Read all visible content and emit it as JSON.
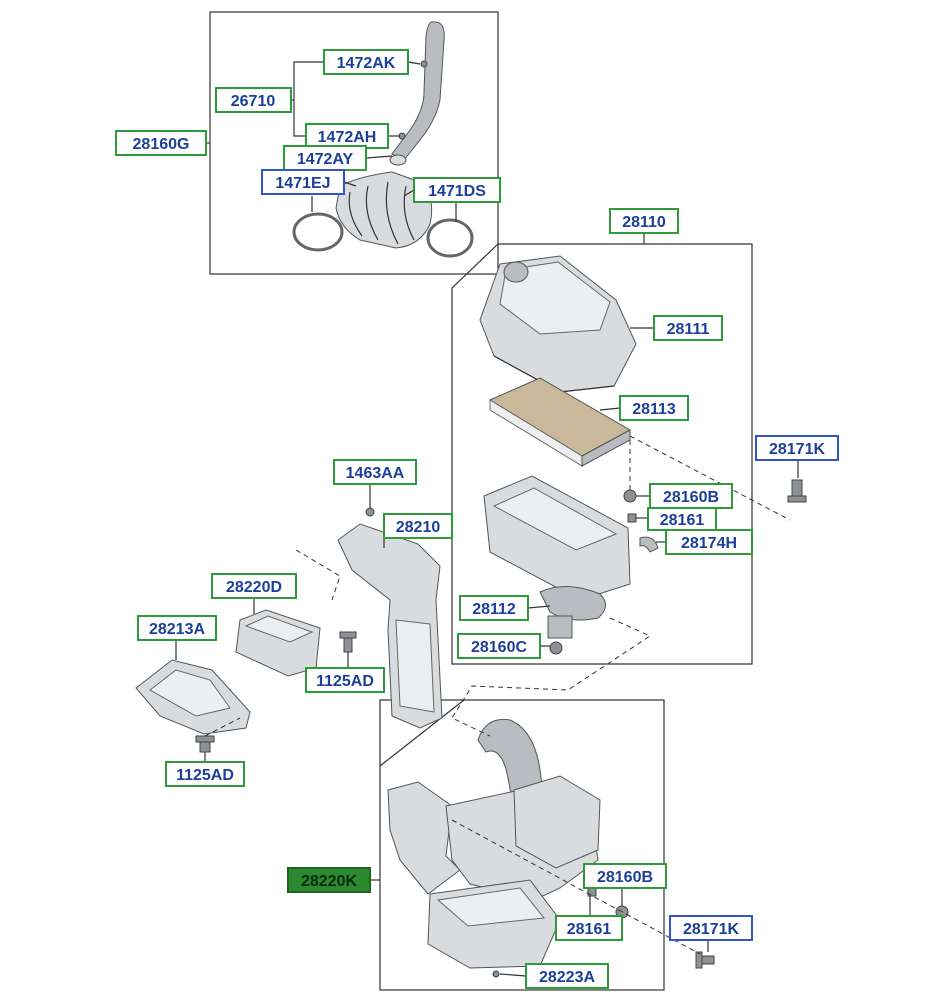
{
  "labels": {
    "l_28160G": "28160G",
    "l_26710": "26710",
    "l_1472AK": "1472AK",
    "l_1472AH": "1472AH",
    "l_1472AY": "1472AY",
    "l_1471EJ": "1471EJ",
    "l_1471DS": "1471DS",
    "l_28110": "28110",
    "l_28111": "28111",
    "l_28113": "28113",
    "l_28171K_a": "28171K",
    "l_28160B_a": "28160B",
    "l_28161_a": "28161",
    "l_28174H": "28174H",
    "l_28112": "28112",
    "l_28160C": "28160C",
    "l_1463AA": "1463AA",
    "l_28210": "28210",
    "l_28220D": "28220D",
    "l_28213A": "28213A",
    "l_1125AD_a": "1125AD",
    "l_1125AD_b": "1125AD",
    "l_28220K": "28220K",
    "l_28160B_b": "28160B",
    "l_28161_b": "28161",
    "l_28171K_b": "28171K",
    "l_28223A": "28223A"
  },
  "colors": {
    "label_text": "#1b3f9a",
    "green_border": "#2f9a3a",
    "blue_border": "#3355cc",
    "highlight_fill": "#2b8a2f"
  }
}
